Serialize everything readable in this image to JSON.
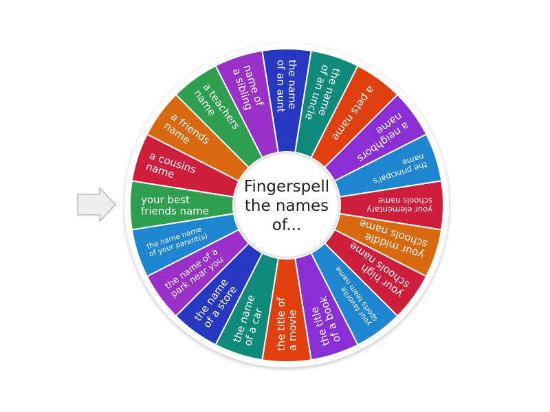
{
  "wheel": {
    "center_label": [
      "Fingerspell",
      "the names",
      "of..."
    ],
    "segments": [
      {
        "lines": [
          "your best",
          "friends name"
        ],
        "color": "#2e9e4f"
      },
      {
        "lines": [
          "a cousins",
          "name"
        ],
        "color": "#cf1e3c"
      },
      {
        "lines": [
          "a friends",
          "name"
        ],
        "color": "#d9690f"
      },
      {
        "lines": [
          "a teachers",
          "name"
        ],
        "color": "#2e9e4f"
      },
      {
        "lines": [
          "name of",
          "a sibling"
        ],
        "color": "#9b30c9"
      },
      {
        "lines": [
          "the name",
          "of an aunt"
        ],
        "color": "#2638c0"
      },
      {
        "lines": [
          "the name",
          "of an uncle"
        ],
        "color": "#0f8a7a"
      },
      {
        "lines": [
          "a pets name"
        ],
        "color": "#e0400e"
      },
      {
        "lines": [
          "a neighbors",
          "name"
        ],
        "color": "#8a2fd6"
      },
      {
        "lines": [
          "the principal's",
          "name"
        ],
        "color": "#1e86d1"
      },
      {
        "lines": [
          "your elementary",
          "schools name"
        ],
        "color": "#cf1e3c"
      },
      {
        "lines": [
          "your middle",
          "schools name"
        ],
        "color": "#d9690f"
      },
      {
        "lines": [
          "your high",
          "schools name"
        ],
        "color": "#cf1e3c"
      },
      {
        "lines": [
          "your favorite",
          "sports team name"
        ],
        "color": "#1e86d1"
      },
      {
        "lines": [
          "the title",
          "of a book"
        ],
        "color": "#8a2fd6"
      },
      {
        "lines": [
          "the title of",
          "a movie"
        ],
        "color": "#e0400e"
      },
      {
        "lines": [
          "the name",
          "of a car"
        ],
        "color": "#0f8a7a"
      },
      {
        "lines": [
          "the name",
          "of a store"
        ],
        "color": "#2638c0"
      },
      {
        "lines": [
          "the name of a",
          "park near you"
        ],
        "color": "#9b30c9"
      },
      {
        "lines": [
          "the name name",
          "of your parent(s)"
        ],
        "color": "#1e86d1"
      }
    ]
  },
  "pointer": {
    "icon": "arrow-pointer-icon",
    "color": "#eeeeee"
  }
}
